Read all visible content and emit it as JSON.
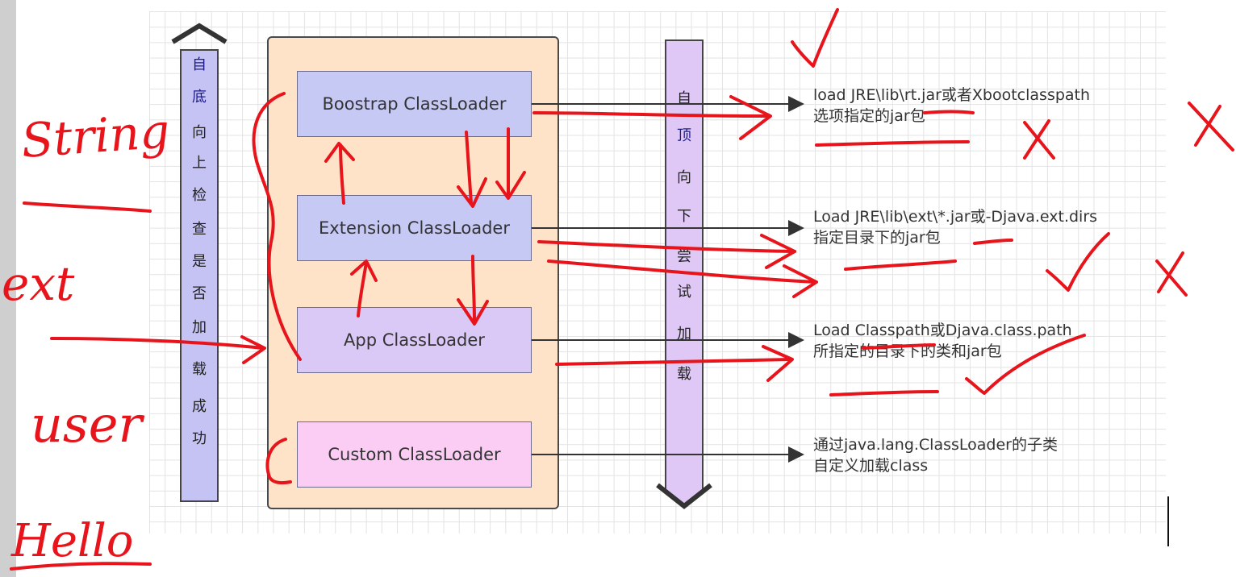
{
  "loaders": [
    {
      "label": "Boostrap ClassLoader",
      "color": "#c7c9f5"
    },
    {
      "label": "Extension ClassLoader",
      "color": "#c7c9f5"
    },
    {
      "label": "App ClassLoader",
      "color": "#dac9f7"
    },
    {
      "label": "Custom ClassLoader",
      "color": "#fbcdf5"
    }
  ],
  "left_column": {
    "chars": [
      "自",
      "底",
      "向",
      "上",
      "检",
      "查",
      "是",
      "否",
      "加",
      "载",
      "成",
      "功"
    ],
    "color": "#c4c3f3"
  },
  "middle_column": {
    "chars": [
      "自",
      "顶",
      "向",
      "下",
      "尝",
      "试",
      "加",
      "载"
    ],
    "color": "#dfc8f5"
  },
  "descriptions": [
    {
      "line1": "load JRE\\lib\\rt.jar或者Xbootclasspath",
      "line2": "选项指定的jar包"
    },
    {
      "line1": "Load JRE\\lib\\ext\\*.jar或-Djava.ext.dirs",
      "line2": "指定目录下的jar包"
    },
    {
      "line1": "Load Classpath或Djava.class.path",
      "line2": "所指定的目录下的类和jar包"
    },
    {
      "line1": "通过java.lang.ClassLoader的子类",
      "line2": "自定义加载class"
    }
  ],
  "annotations": {
    "string": "String",
    "ext": "ext",
    "user": "user",
    "hello": "Hello",
    "ink_color": "#e8141b"
  }
}
